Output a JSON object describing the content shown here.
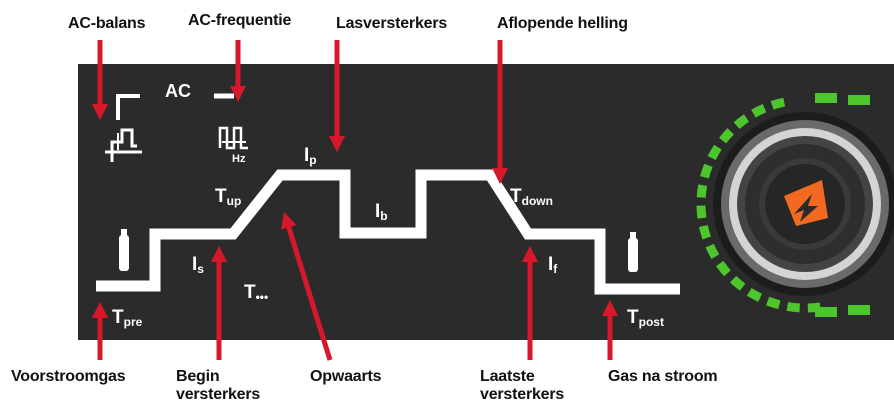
{
  "callouts": {
    "ac_balance": "AC-balans",
    "ac_frequency": "AC-frequentie",
    "weld_current": "Lasversterkers",
    "downslope": "Aflopende helling",
    "pre_gas": "Voorstroomgas",
    "start_current": "Begin versterkers",
    "upslope": "Opwaarts",
    "final_current": "Laatste versterkers",
    "post_gas": "Gas na stroom"
  },
  "panel": {
    "ac_label": "AC",
    "hz_label": "Hz",
    "params": {
      "t_pre": {
        "main": "T",
        "sub": "pre"
      },
      "i_s": {
        "main": "I",
        "sub": "s"
      },
      "t_dots": {
        "main": "T",
        "sub": "•••"
      },
      "t_up": {
        "main": "T",
        "sub": "up"
      },
      "i_p": {
        "main": "I",
        "sub": "p"
      },
      "i_b": {
        "main": "I",
        "sub": "b"
      },
      "t_down": {
        "main": "T",
        "sub": "down"
      },
      "i_f": {
        "main": "I",
        "sub": "f"
      },
      "t_post": {
        "main": "T",
        "sub": "post"
      }
    }
  },
  "colors": {
    "panel_bg": "#2b2b2b",
    "arrow": "#d7182a",
    "curve": "#ffffff",
    "ring_led": "#4cc62c",
    "logo": "#f26a21",
    "label_text": "#111111"
  },
  "icons": {
    "ac_balance": "ac-balance-icon",
    "ac_frequency": "ac-frequency-icon",
    "gas_bottle": "gas-bottle-icon",
    "knob": "rotary-knob-icon",
    "logo": "brand-logo-icon"
  }
}
